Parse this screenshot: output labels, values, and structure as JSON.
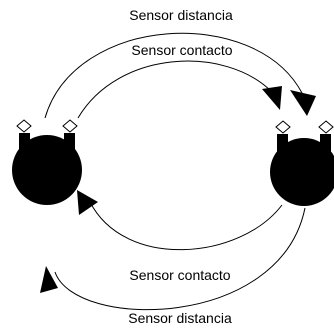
{
  "labels": {
    "top_outer": "Sensor distancia",
    "top_inner": "Sensor contacto",
    "bottom_inner": "Sensor contacto",
    "bottom_outer": "Sensor distancia"
  },
  "robots": [
    {
      "name": "left-robot",
      "sensors": 2
    },
    {
      "name": "right-robot",
      "sensors": 2
    }
  ],
  "colors": {
    "ink": "#000000",
    "background": "#ffffff"
  }
}
